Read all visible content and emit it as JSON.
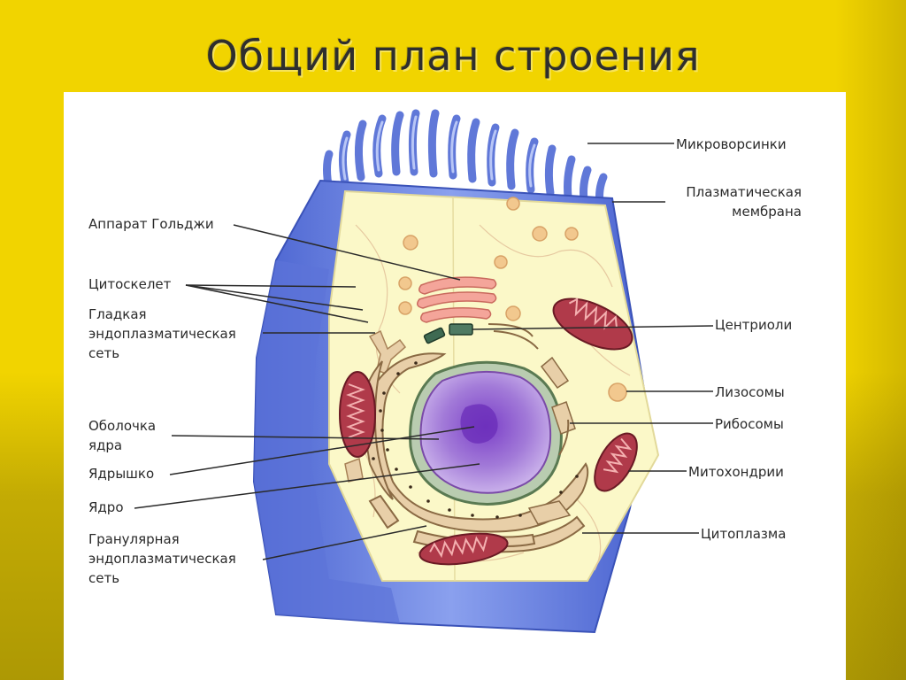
{
  "title": "Общий план строения",
  "colors": {
    "background": "#f1d400",
    "membrane": "#6f86e0",
    "cytoplasm": "#fbf8c8",
    "nucleus": "#a77ad9",
    "mitochondria": "#b03a4a"
  },
  "labels": {
    "microvilli": "Микроворсинки",
    "plasma_membrane": "Плазматическая\nмембрана",
    "golgi": "Аппарат Гольджи",
    "cytoskeleton": "Цитоскелет",
    "smooth_er": "Гладкая\nэндоплазматическая\nсеть",
    "centrioles": "Центриоли",
    "lysosomes": "Лизосомы",
    "nuclear_envelope": "Оболочка\nядра",
    "ribosomes": "Рибосомы",
    "nucleolus": "Ядрышко",
    "mitochondria": "Митохондрии",
    "nucleus": "Ядро",
    "cytoplasm": "Цитоплазма",
    "rough_er": "Гранулярная\nэндоплазматическая\nсеть"
  }
}
